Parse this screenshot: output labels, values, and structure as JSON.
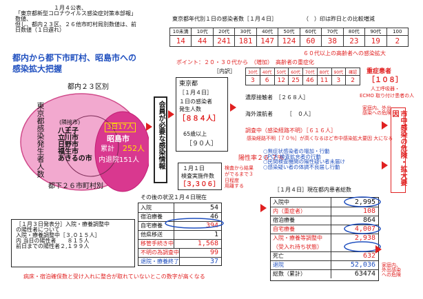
{
  "notice": {
    "line1": "１月４公表、",
    "line2": "「東京都新型コロナウイルス感染症対策本部報」",
    "line3": "数値、",
    "line4": "但し、都内２３区、２６他市町村局別数値は、前",
    "line5": "日数値（１日遅れ）"
  },
  "headline": {
    "line1": "都内から都下市町村、昭島市への",
    "line2": "感染拡大把握"
  },
  "venn": {
    "outer_label": "都内２３区別",
    "inner_vertical": "東京都感染発生者人数",
    "neighbors_label": "(隣接市)",
    "neighbors": [
      "八王子",
      "立川市",
      "日野市",
      "福生市",
      "あきるの市"
    ],
    "day3": "3日17人",
    "city": "昭島市",
    "cumulative_label": "累計",
    "cumulative": "252人",
    "discharged": "内退院151人",
    "bottom_label": "都下２６市町村別"
  },
  "center_banner": "会員が必要な感染情報",
  "age_table": {
    "title": "東京都年代別１日の感染者数［１月４日］",
    "note": "（　）印は昨日との比較増減",
    "headers": [
      "10未満",
      "10代",
      "20代",
      "30代",
      "40代",
      "50代",
      "60代",
      "70代",
      "80代",
      "90代",
      "100"
    ],
    "values": [
      "14",
      "44",
      "241",
      "181",
      "147",
      "124",
      "60",
      "38",
      "23",
      "19",
      "2"
    ],
    "elderly_note": "６０代以上の高齢者への感染拡大",
    "point": "ポイント：２０・３０代から　（増加）　高齢者の重症化"
  },
  "breakdown": {
    "title": "［内訳］",
    "tokyo_title": "東京都",
    "date": "［１月４日］",
    "daily_label": "１日の感染者",
    "daily_label2": "発生人数",
    "daily_value": "［８８４人］",
    "over65_label": "65",
    "over65_label2": "歳以上",
    "over65_value": "［９０人］",
    "close_contact_label": "濃厚接触者",
    "close_contact_value": "［２６８人］",
    "overseas_label": "海外渡航者",
    "overseas_value": "［　０人］",
    "investigating_label": "調査中（感染経路不明）",
    "investigating_value": "［６１６人］",
    "route_unknown": "感染経路不明［７０％］が高くなるほど市中感染拡大要因 大になる",
    "severe_headers": [
      "30代",
      "40代",
      "50代",
      "60代",
      "70代",
      "80代",
      "90代",
      "確認"
    ],
    "severe_values": [
      "3",
      "6",
      "12",
      "25",
      "46",
      "11",
      "3",
      "2"
    ],
    "severe_title": "重症患者",
    "severe_value": "［１０８］",
    "severe_sub1": "人工呼吸器・",
    "severe_sub2": "ECMO 取り付け患者の人",
    "positivity_label": "陽性率",
    "positivity_value": "２６.７％",
    "tests_title": "１月１日",
    "tests_label": "検査実施件数",
    "tests_value": "［３,３０６］",
    "tests_note": "検査から結果がでるまで３日程度",
    "tests_note2": "用離する"
  },
  "reasons": [
    "無症状感染者の増加・行動",
    "PCR 検査拡充者の行動",
    "民間検査機関の陽性疑い者未届け",
    "感染疑い者の体調不良届し行動"
  ],
  "side_red": "市中感染の危険・拡大要因",
  "side_notes": {
    "top1": "家庭内、外出",
    "top2": "感染への危険",
    "bottom1": "家庭内、",
    "bottom2": "外出感染",
    "bottom3": "への危険"
  },
  "status_table": {
    "title": "その後の状況１月４日現在",
    "rows": [
      {
        "label": "入院",
        "value": "54"
      },
      {
        "label": "宿泊療養",
        "value": "46"
      },
      {
        "label": "自宅療養",
        "value": "394"
      },
      {
        "label": "他県移送",
        "value": "1"
      },
      {
        "label": "移管手続き中",
        "value": "1,568"
      },
      {
        "label": "不明の為調査中",
        "value": "99"
      },
      {
        "label": "退院・療養終了",
        "value": "37"
      }
    ]
  },
  "jan3": {
    "line1": "［１月３日発表分］入院・療養調整中",
    "line2": "の陽性者について",
    "line3": "入院・療養調整中［３,０１５人］",
    "line4": "内 当日の陽性者　　８１５人",
    "line5": "前日までの陽性者２,１９９人"
  },
  "patients_table": {
    "title": "［１月４日］現在都内患者総数",
    "rows": [
      {
        "label": "入院中",
        "value": "2,995"
      },
      {
        "label": "内（重症者）",
        "value": "108"
      },
      {
        "label": "宿泊療養",
        "value": "864"
      },
      {
        "label": "自宅療養",
        "value": "4,007"
      },
      {
        "label": "入院・療養等調整中",
        "value": "2,938"
      },
      {
        "label": "（受入れ待ち状態）",
        "value": ""
      },
      {
        "label": "死亡",
        "value": "632"
      },
      {
        "label": "退院",
        "value": "52,036"
      },
      {
        "label": "総数（累計）",
        "value": "63474"
      }
    ]
  },
  "footer": "病床・宿泊確保数と受け入れに整合が取れていないとこの数字が高くなる"
}
